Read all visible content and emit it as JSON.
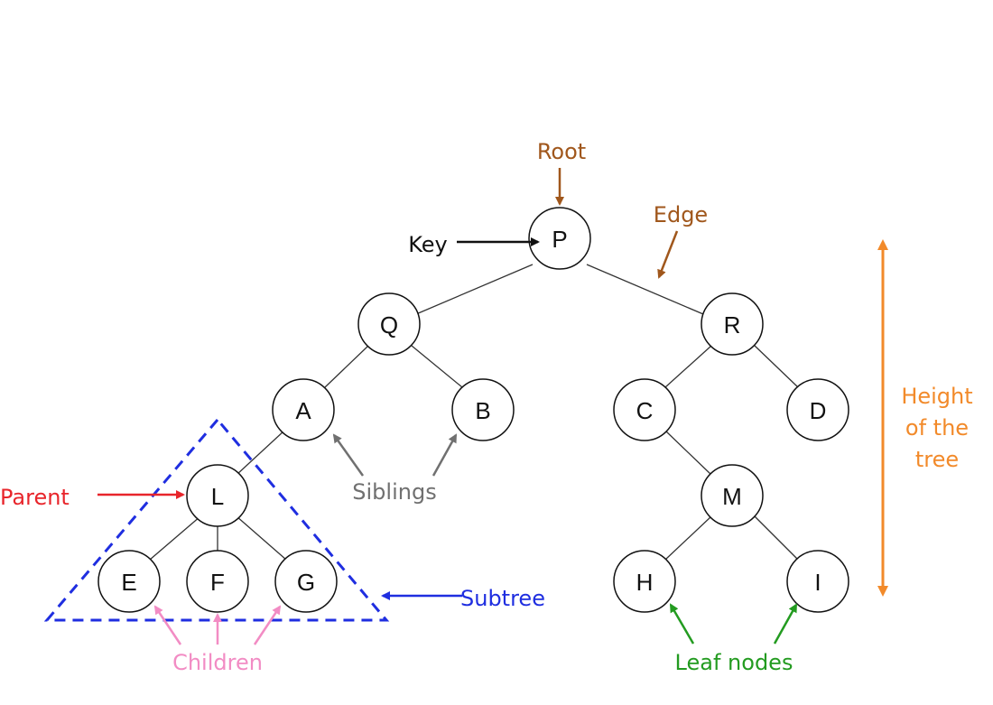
{
  "colors": {
    "root": "#a0571c",
    "edge": "#a0571c",
    "key": "#111111",
    "parent": "#e8252b",
    "siblings": "#707070",
    "subtree": "#1f2ee0",
    "children": "#f28cc4",
    "leaf": "#239b20",
    "height": "#f28a2a"
  },
  "nodes": {
    "P": "P",
    "Q": "Q",
    "R": "R",
    "A": "A",
    "B": "B",
    "C": "C",
    "D": "D",
    "L": "L",
    "M": "M",
    "E": "E",
    "F": "F",
    "G": "G",
    "H": "H",
    "I": "I"
  },
  "labels": {
    "root": "Root",
    "edge": "Edge",
    "key": "Key",
    "parent": "Parent",
    "siblings": "Siblings",
    "subtree": "Subtree",
    "children": "Children",
    "leaf_nodes": "Leaf nodes",
    "height_line1": "Height",
    "height_line2": "of the",
    "height_line3": "tree"
  }
}
